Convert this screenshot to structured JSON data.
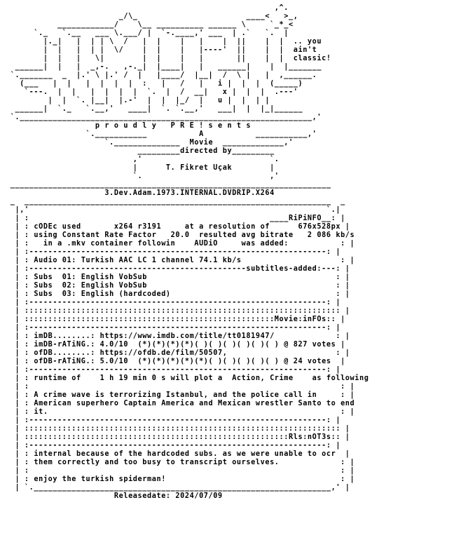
{
  "nfo": {
    "lines": [
      "                                                         ,^.",
      "                        _/\\_                       ____<   >_,",
      "           ____________/    \\__ __________ ______ \\     `_*_<",
      "      `._   `.__   ___ \\.___/ |  `-.____,' ___  | .`   `.  |",
      "        |._|   |  | | \\  /   |  |    |   |    |  ||    |  |  .. you",
      "        |  |   |  | |  \\/    |  |    |   |----'  ||    |  |  ain't",
      "        |  |   |   \\|        |  |    |   |       ||    |  |  classic!",
      "  ______|  |   |  _,-.   ,-._|  |____|   |   ______|    |  |_______",
      " `._______  _  |.' \\ |.' /  |   |____/  |__|  /  \\ |   |  ,______.",
      "   (___   |  |   |  |  |  |  :   |   /   |   i |  |  |  (_____)",
      "    `---.  |  |   |  |  |  |  `.  |  /  __|   x |  |  |  .---'",
      "         |  |  `. |__|  |.-'  |  |  |_/  |   u |  |  | |",
      "  ______|  `._   `.__,'   ____|  `. `.__,'   ___|  |  |_|______",
      " `.______________________________________________________________,'",
      "                   p r o u d l y   P R E ! s e n t s",
      "                 `.___________           A           ___________,'",
      "                     `.______________  Movie  _____________,'",
      "                            _________directed by_________",
      "                           ,'                           `.",
      "                           |      T. Fikret Uçak        |",
      "                           `.                           ,'",
      " ____________________________________________________________________",
      "                     3.Dev.Adam.1973.INTERNAL.DVDRIP.X264",
      " _  _________________________________________________________________  _",
      "  |,'                                                               `.|",
      "  | :                                                   ____RiPiNFO__: |",
      "  | : cODEc used       x264 r3191     at a resolution of      676x528px |",
      "  | : using Constant Rate Factor   20.0  resulted avg bitrate   2 086 kb/s",
      "  | :   in a .mkv container followin    AUDiO     was added:           : |",
      "  | :---------------------------------------------------------------: |",
      "  | : Audio 01: Turkish AAC LC 1 channel 74.1 kb/s                     : |",
      "  | :----------------------------------------------subtitles-added:---: |",
      "  | : Subs  01: English VobSub                                        : |",
      "  | : Subs  02: English VobSub                                        : |",
      "  | : Subs  03: English (hardcoded)                                   : |",
      "  | :---------------------------------------------------------------: |",
      "  | ::::::::::::::::::::::::::::::::::::::::::::::::::::::::::::::::::: |",
      "  | :::::::::::::::::::::::::::::::::::::::::::::::::::::Movie:inFOs:: |",
      "  | :---------------------------------------------------------------: |",
      "  | : imDB........: https://www.imdb.com/title/tt0181947/             : |",
      "  | : imDB-rATiNG.: 4.0/10  (*)(*)(*)(*)( )( )( )( )( )( ) @ 827 votes |",
      "  | : ofDB........: https://ofdb.de/film/50507,                       : |",
      "  | : ofDB-rATiNG.: 5.0/10  (*)(*)(*)(*)(*)( )( )( )( )( ) @ 24 votes  |",
      "  | :---------------------------------------------------------------: |",
      "  | : runtime of    1 h 19 min 0 s will plot a  Action, Crime    as following",
      "  | :                                                                  : |",
      "  | : A crime wave is terrorizing Istanbul, and the police call in     : |",
      "  | : American superhero Captain America and Mexican wrestler Santo to end",
      "  | : it.                                                              : |",
      "  | :---------------------------------------------------------------: |",
      "  | ::::::::::::::::::::::::::::::::::::::::::::::::::::::::::::::::::: |",
      "  | ::::::::::::::::::::::::::::::::::::::::::::::::::::::::Rls:nOT3s:: |",
      "  | :---------------------------------------------------------------: |",
      "  | : internal because of the hardcoded subs. as we were unable to ocr  |",
      "  | : them correctly and too busy to transcript ourselves.             : |",
      "  | :                                                                  : |",
      "  | : enjoy the turkish spiderman!                                     : |",
      "  | `._______________________________________________________________,' |",
      "                       Releasedate: 2024/07/09"
    ]
  }
}
